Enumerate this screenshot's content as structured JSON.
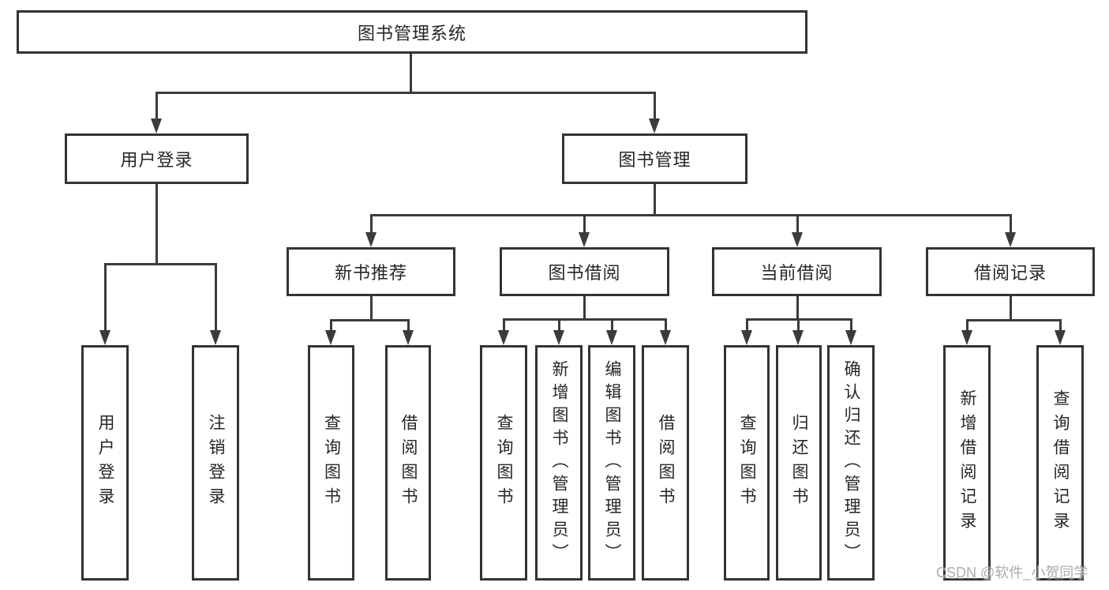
{
  "nodes": {
    "root": {
      "label": "图书管理系统"
    },
    "user_login": {
      "label": "用户登录",
      "children": {
        "login": {
          "label": "用户登录"
        },
        "logout": {
          "label": "注销登录"
        }
      }
    },
    "book_mgmt": {
      "label": "图书管理",
      "children": {
        "new_book_rec": {
          "label": "新书推荐",
          "children": {
            "query_books": {
              "label": "查询图书"
            },
            "borrow_books": {
              "label": "借阅图书"
            }
          }
        },
        "book_borrow": {
          "label": "图书借阅",
          "children": {
            "query_books": {
              "label": "查询图书"
            },
            "add_books": {
              "label": "新增图书（管理员）"
            },
            "edit_books": {
              "label": "编辑图书（管理员）"
            },
            "borrow_books": {
              "label": "借阅图书"
            }
          }
        },
        "current_borrow": {
          "label": "当前借阅",
          "children": {
            "query_books": {
              "label": "查询图书"
            },
            "return_books": {
              "label": "归还图书"
            },
            "confirm_return": {
              "label": "确认归还（管理员）"
            }
          }
        },
        "borrow_record": {
          "label": "借阅记录",
          "children": {
            "add_record": {
              "label": "新增借阅记录"
            },
            "query_record": {
              "label": "查询借阅记录"
            }
          }
        }
      }
    }
  },
  "watermark": {
    "text": "CSDN @软件_小贺同学"
  },
  "colors": {
    "line": "#3b3b3b",
    "border": "#333333",
    "text": "#262626",
    "background": "#ffffff",
    "watermark": "#a8a8a8"
  }
}
